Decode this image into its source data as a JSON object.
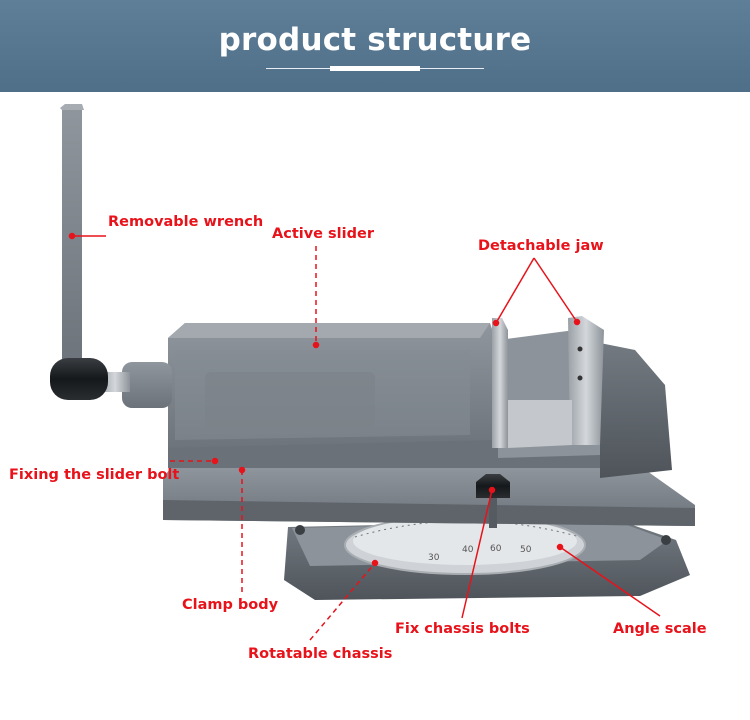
{
  "header": {
    "title": "product structure"
  },
  "scale": {
    "ticks": [
      "30",
      "40",
      "50",
      "60"
    ]
  },
  "labels": {
    "removable_wrench": "Removable wrench",
    "active_slider": "Active slider",
    "detachable_jaw": "Detachable jaw",
    "fixing_slider_bolt": "Fixing the slider bolt",
    "clamp_body": "Clamp body",
    "fix_chassis_bolts": "Fix chassis bolts",
    "angle_scale": "Angle scale",
    "rotatable_chassis": "Rotatable chassis"
  },
  "colors": {
    "banner": "#56768f",
    "callout": "#e8121a",
    "metal": "#7d848b",
    "metal_dark": "#5b6168",
    "machined": "#b9bec3",
    "scale_ring": "#d9dcdf"
  }
}
